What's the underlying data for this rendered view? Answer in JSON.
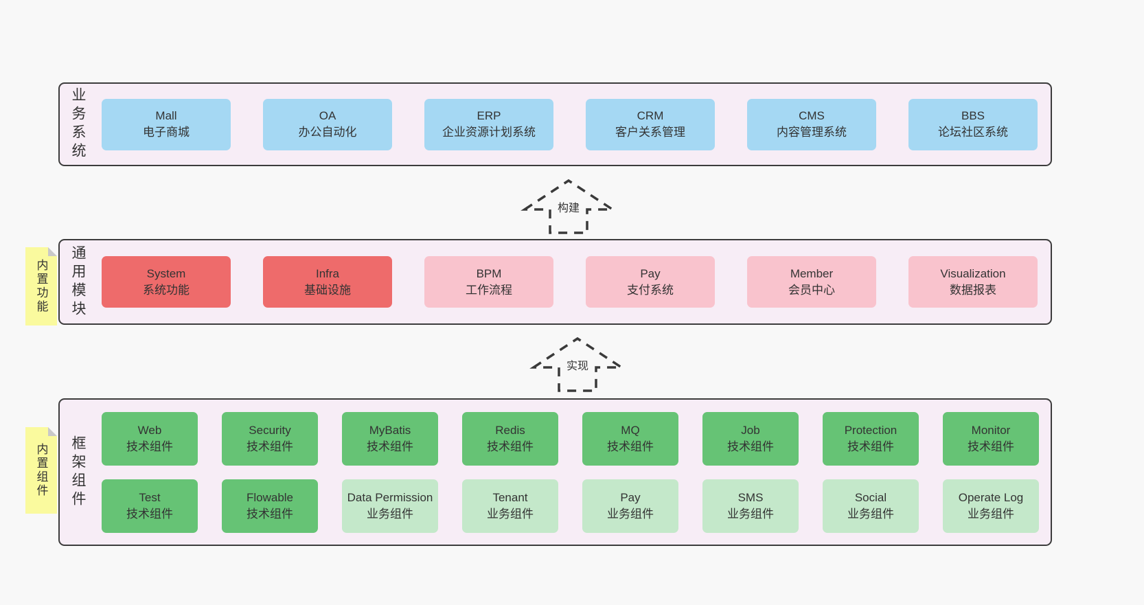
{
  "colors": {
    "page_bg": "#f8f8f8",
    "band_bg": "#f7edf6",
    "border": "#3c3c3c",
    "text": "#333333",
    "blue": "#a5d8f3",
    "red": "#ee6b6b",
    "pink": "#f9c3cd",
    "green": "#66c375",
    "lightgreen": "#c4e8ca",
    "yellow": "#fafa9e",
    "fold": "#c9c9c9",
    "arrow_stroke": "#3a3a3a"
  },
  "arrows": [
    {
      "label": "构建"
    },
    {
      "label": "实现"
    }
  ],
  "bands": [
    {
      "label": "业务系统",
      "boxes": [
        {
          "title": "Mall",
          "subtitle": "电子商城"
        },
        {
          "title": "OA",
          "subtitle": "办公自动化"
        },
        {
          "title": "ERP",
          "subtitle": "企业资源计划系统"
        },
        {
          "title": "CRM",
          "subtitle": "客户关系管理"
        },
        {
          "title": "CMS",
          "subtitle": "内容管理系统"
        },
        {
          "title": "BBS",
          "subtitle": "论坛社区系统"
        }
      ]
    },
    {
      "label": "通用模块",
      "sticky": "内置功能",
      "boxes": [
        {
          "title": "System",
          "subtitle": "系统功能"
        },
        {
          "title": "Infra",
          "subtitle": "基础设施"
        },
        {
          "title": "BPM",
          "subtitle": "工作流程"
        },
        {
          "title": "Pay",
          "subtitle": "支付系统"
        },
        {
          "title": "Member",
          "subtitle": "会员中心"
        },
        {
          "title": "Visualization",
          "subtitle": "数据报表"
        }
      ]
    },
    {
      "label": "框架组件",
      "sticky": "内置组件",
      "rows": [
        [
          {
            "title": "Web",
            "subtitle": "技术组件"
          },
          {
            "title": "Security",
            "subtitle": "技术组件"
          },
          {
            "title": "MyBatis",
            "subtitle": "技术组件"
          },
          {
            "title": "Redis",
            "subtitle": "技术组件"
          },
          {
            "title": "MQ",
            "subtitle": "技术组件"
          },
          {
            "title": "Job",
            "subtitle": "技术组件"
          },
          {
            "title": "Protection",
            "subtitle": "技术组件"
          },
          {
            "title": "Monitor",
            "subtitle": "技术组件"
          }
        ],
        [
          {
            "title": "Test",
            "subtitle": "技术组件"
          },
          {
            "title": "Flowable",
            "subtitle": "技术组件"
          },
          {
            "title": "Data Permission",
            "subtitle": "业务组件"
          },
          {
            "title": "Tenant",
            "subtitle": "业务组件"
          },
          {
            "title": "Pay",
            "subtitle": "业务组件"
          },
          {
            "title": "SMS",
            "subtitle": "业务组件"
          },
          {
            "title": "Social",
            "subtitle": "业务组件"
          },
          {
            "title": "Operate Log",
            "subtitle": "业务组件"
          }
        ]
      ]
    }
  ]
}
